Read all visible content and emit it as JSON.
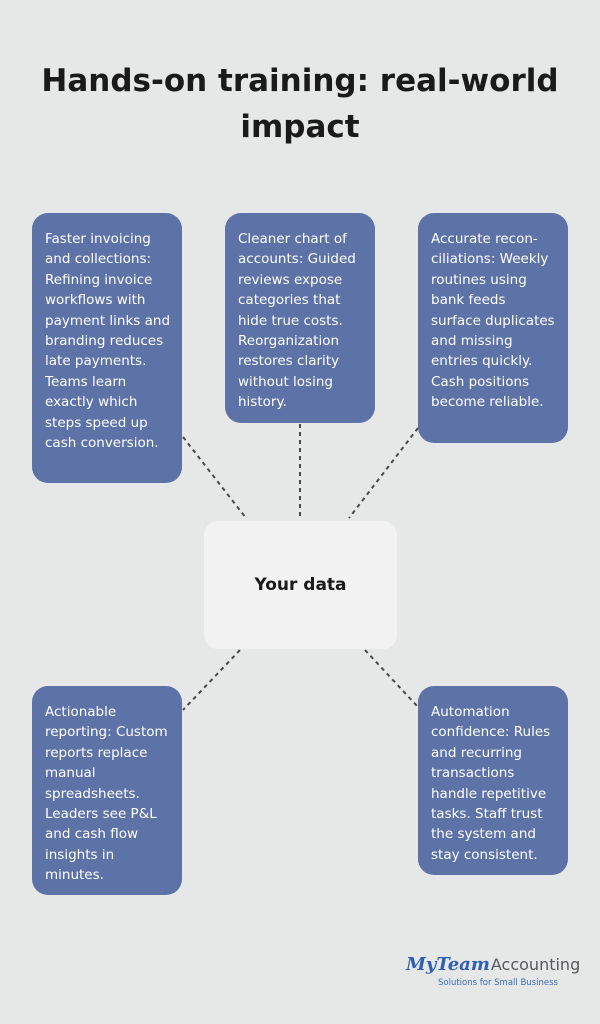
{
  "title": "Hands-on training: real-world impact",
  "center": "Your data",
  "cards": {
    "top_left": "Faster invoicing and collections: Refining invoice workflows with payment links and branding reduces late payments. Teams learn exactly which steps speed up cash conversion.",
    "top_center": "Cleaner chart of accounts: Guided reviews expose categories that hide true costs. Reorganization restores clarity without losing history.",
    "top_right": "Accurate recon-ciliations: Weekly routines using bank feeds surface duplicates and missing entries quickly. Cash positions become reliable.",
    "bottom_left": "Actionable reporting: Custom reports replace manual spreadsheets. Leaders see P&L and cash flow insights in minutes.",
    "bottom_right": "Automation confidence: Rules and recurring transactions handle repetitive tasks. Staff trust the system and stay consistent."
  },
  "logo": {
    "brand_my": "MyTeam",
    "brand_rest": "Accounting",
    "tagline": "Solutions for Small Business"
  },
  "colors": {
    "background": "#e6e8e7",
    "card": "#5d73a8",
    "center_box": "#f1f2f1",
    "connector": "#4a4a4a",
    "logo_blue": "#2f5fb0"
  }
}
